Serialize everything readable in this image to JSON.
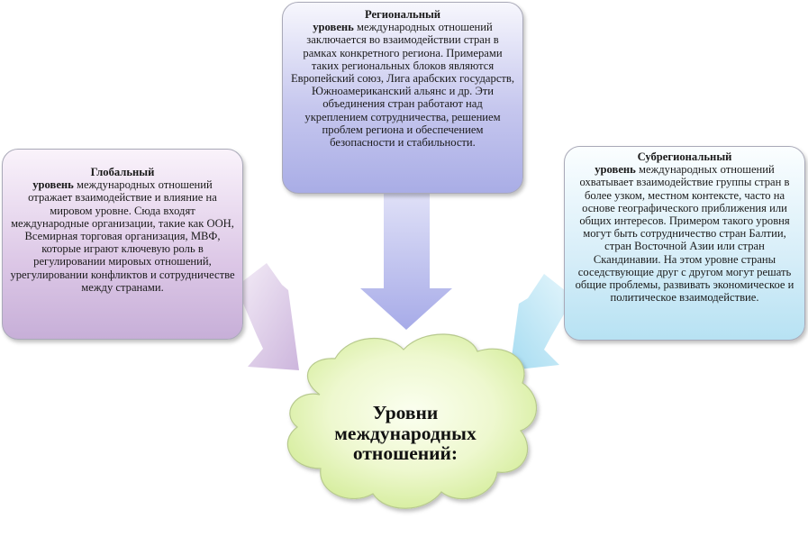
{
  "center": {
    "line1": "Уровни",
    "line2": "международных",
    "line3": "отношений:"
  },
  "global": {
    "title": "Глобальный",
    "lead": "уровень",
    "text": " международных отношений отражает взаимодействие и влияние на мировом уровне. Сюда входят международные организации, такие как ООН, Всемирная торговая организация, МВФ, которые играют ключевую роль в регулировании мировых отношений, урегулировании конфликтов и сотрудничестве между странами."
  },
  "regional": {
    "title": "Региональный",
    "lead": "уровень",
    "text": " международных отношений заключается во взаимодействии стран в рамках конкретного региона. Примерами таких региональных блоков являются Европейский союз, Лига арабских государств, Южноамериканский альянс и др. Эти объединения стран работают над укреплением сотрудничества, решением проблем региона и обеспечением безопасности и стабильности."
  },
  "subregional": {
    "title": "Субрегиональный",
    "lead": "уровень",
    "text": " международных отношений охватывает взаимодействие группы стран в более узком, местном контексте, часто на основе географического приближения или общих интересов. Примером такого уровня могут быть сотрудничество стран Балтии, стран Восточной Азии или стран Скандинавии. На этом уровне страны соседствующие друг с другом могут решать общие проблемы, развивать экономическое и политическое взаимодействие."
  },
  "colors": {
    "global": "#c7afd8",
    "regional": "#a9ade6",
    "subregional": "#b7e2f3",
    "cloud": "#dff2b0"
  }
}
